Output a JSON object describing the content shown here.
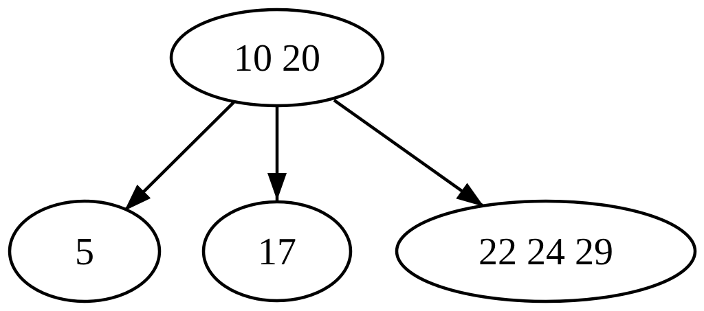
{
  "diagram": {
    "type": "tree",
    "background_color": "#ffffff",
    "line_color": "#000000",
    "text_color": "#000000",
    "nodes": [
      {
        "id": "root",
        "label": "10 20",
        "shape": "ellipse"
      },
      {
        "id": "child-1",
        "label": "5",
        "shape": "ellipse"
      },
      {
        "id": "child-2",
        "label": "17",
        "shape": "ellipse"
      },
      {
        "id": "child-3",
        "label": "22 24 29",
        "shape": "ellipse"
      }
    ],
    "edges": [
      {
        "from": "10 20",
        "to": "5",
        "arrow": "filled-triangle"
      },
      {
        "from": "10 20",
        "to": "17",
        "arrow": "filled-triangle"
      },
      {
        "from": "10 20",
        "to": "22 24 29",
        "arrow": "filled-triangle"
      }
    ]
  }
}
